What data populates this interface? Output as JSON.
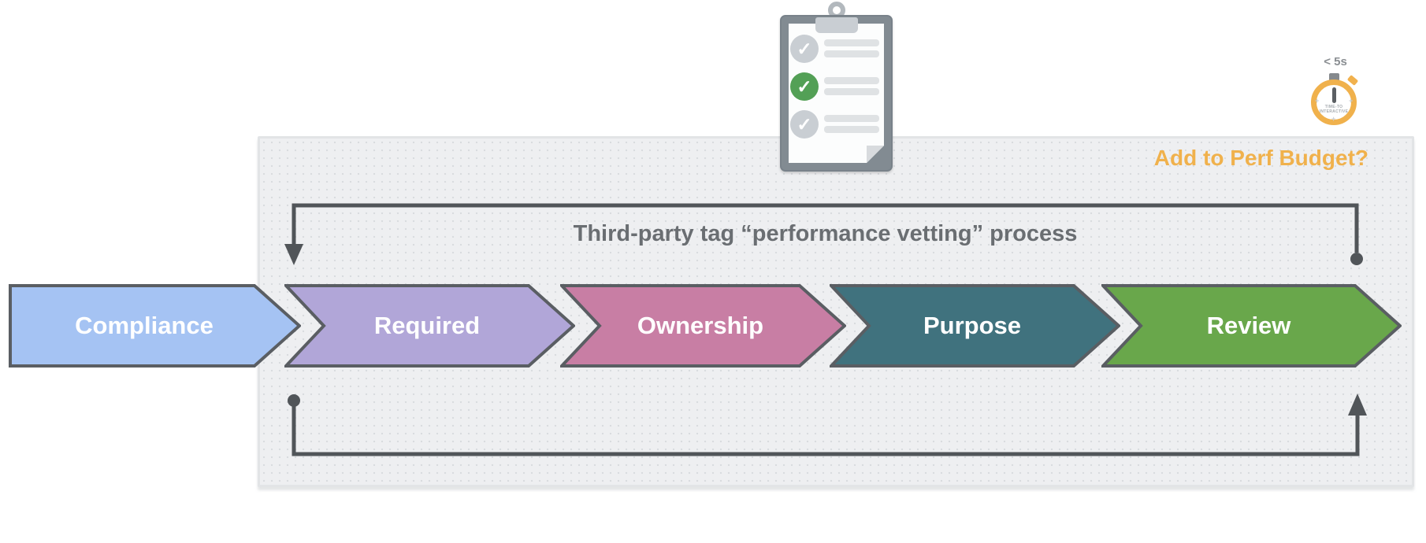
{
  "diagram": {
    "title": "Third-party tag “performance vetting” process",
    "perf_budget_question": "Add to Perf Budget?",
    "stages": [
      {
        "label": "Compliance",
        "color": "#A5C3F3"
      },
      {
        "label": "Required",
        "color": "#B1A6D8"
      },
      {
        "label": "Ownership",
        "color": "#C87EA4"
      },
      {
        "label": "Purpose",
        "color": "#40727E"
      },
      {
        "label": "Review",
        "color": "#69A74B"
      }
    ]
  },
  "clipboard": {
    "check_glyph": "✓",
    "items": [
      {
        "checked": true,
        "emphasis": "muted"
      },
      {
        "checked": true,
        "emphasis": "active"
      },
      {
        "checked": true,
        "emphasis": "muted"
      }
    ]
  },
  "stopwatch": {
    "label": "< 5s",
    "face_line1": "TIME-TO",
    "face_line2": "INTERACTIVE"
  },
  "colors": {
    "accent_orange": "#F0B14C",
    "outline_gray": "#5A5E63",
    "connector_gray": "#515559",
    "title_gray": "#6A6E72",
    "panel_bg": "#EEEFF1",
    "check_green": "#53A056",
    "check_muted": "#C9CED3"
  }
}
